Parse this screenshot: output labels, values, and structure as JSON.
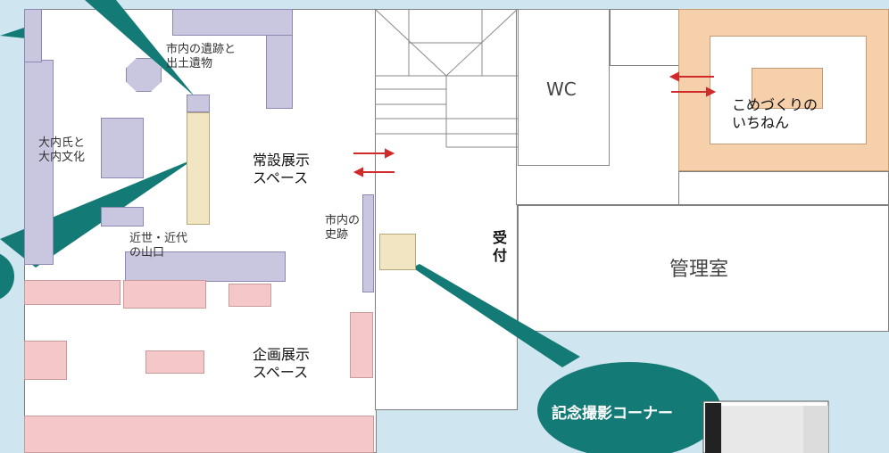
{
  "labels": {
    "local_ruins": "市内の遺跡と\n出土遺物",
    "ouchi": "大内氏と\n大内文化",
    "modern": "近世・近代\nの山口",
    "permanent": "常設展示\nスペース",
    "city_sites": "市内の\n史跡",
    "special": "企画展示\nスペース",
    "wc": "WC",
    "reception": "受\n付",
    "office": "管理室",
    "komezukuri": "こめづくりの\nいちねん",
    "photo_corner": "記念撮影コーナー"
  },
  "colors": {
    "background": "#cfe5f0",
    "purple_case": "#c9c6df",
    "pink_case": "#f4c8c8",
    "callout_teal": "#137a76",
    "arrow_red": "#d02a2a",
    "orange_room": "#f5d0ab"
  }
}
